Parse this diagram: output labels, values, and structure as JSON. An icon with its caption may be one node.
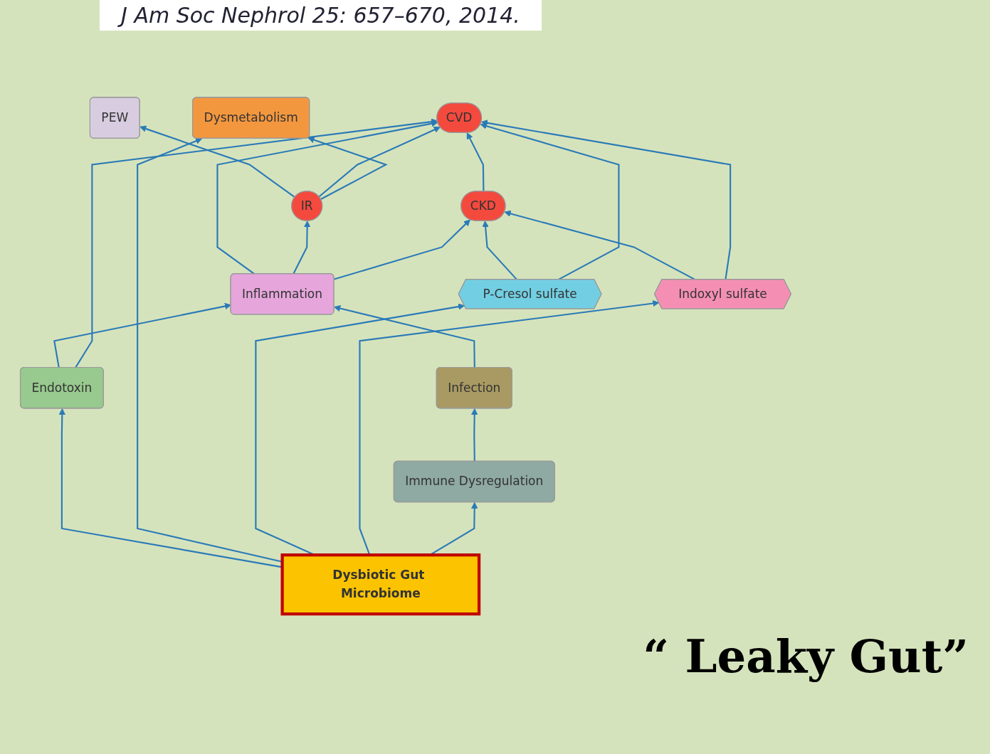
{
  "diagram": {
    "nodes": [
      {
        "text": [
          "PEW"
        ]
      },
      {
        "text": [
          "IR"
        ]
      },
      {
        "text": [
          "CVD"
        ]
      },
      {
        "text": [
          "CKD"
        ]
      },
      {
        "text": [
          "Dysmetabolism"
        ]
      },
      {
        "text": [
          "Inflammation"
        ]
      },
      {
        "text": [
          "Endotoxin"
        ]
      },
      {
        "text": [
          "Dysbiotic Gut Microbiome"
        ]
      },
      {
        "text": [
          "P-Cresol sulfate"
        ]
      },
      {
        "text": [
          "Indoxyl sulfate"
        ]
      },
      {
        "text": [
          "Immune Dysregulation"
        ]
      },
      {
        "text": [
          "Infection"
        ]
      }
    ],
    "edges": [
      {
        "from": 1,
        "to": 0,
        "arrow": "to"
      },
      {
        "from": 1,
        "to": 2,
        "arrow": "to"
      },
      {
        "from": 1,
        "to": 4,
        "arrow": "to"
      },
      {
        "from": 3,
        "to": 2,
        "arrow": "to"
      },
      {
        "from": 5,
        "to": 2,
        "arrow": "to"
      },
      {
        "from": 5,
        "to": 1,
        "arrow": "to"
      },
      {
        "from": 5,
        "to": 3,
        "arrow": "to"
      },
      {
        "from": 6,
        "to": 5,
        "arrow": "to"
      },
      {
        "from": 6,
        "to": 2,
        "arrow": "to"
      },
      {
        "from": 7,
        "to": 6,
        "arrow": "to"
      },
      {
        "from": 7,
        "to": 4,
        "arrow": "to"
      },
      {
        "from": 7,
        "to": 8,
        "arrow": "to"
      },
      {
        "from": 7,
        "to": 9,
        "arrow": "to"
      },
      {
        "from": 7,
        "to": 10,
        "arrow": "to"
      },
      {
        "from": 10,
        "to": 11,
        "arrow": "to"
      },
      {
        "from": 11,
        "to": 5,
        "arrow": "to"
      },
      {
        "from": 8,
        "to": 3,
        "arrow": "to"
      },
      {
        "from": 9,
        "to": 3,
        "arrow": "to"
      },
      {
        "from": 8,
        "to": 2,
        "arrow": "to"
      },
      {
        "from": 9,
        "to": 2,
        "arrow": "to"
      }
    ],
    "labels": [
      "J Am Soc Nephrol 25: 657–670, 2014.",
      "“ Leaky Gut”"
    ]
  }
}
